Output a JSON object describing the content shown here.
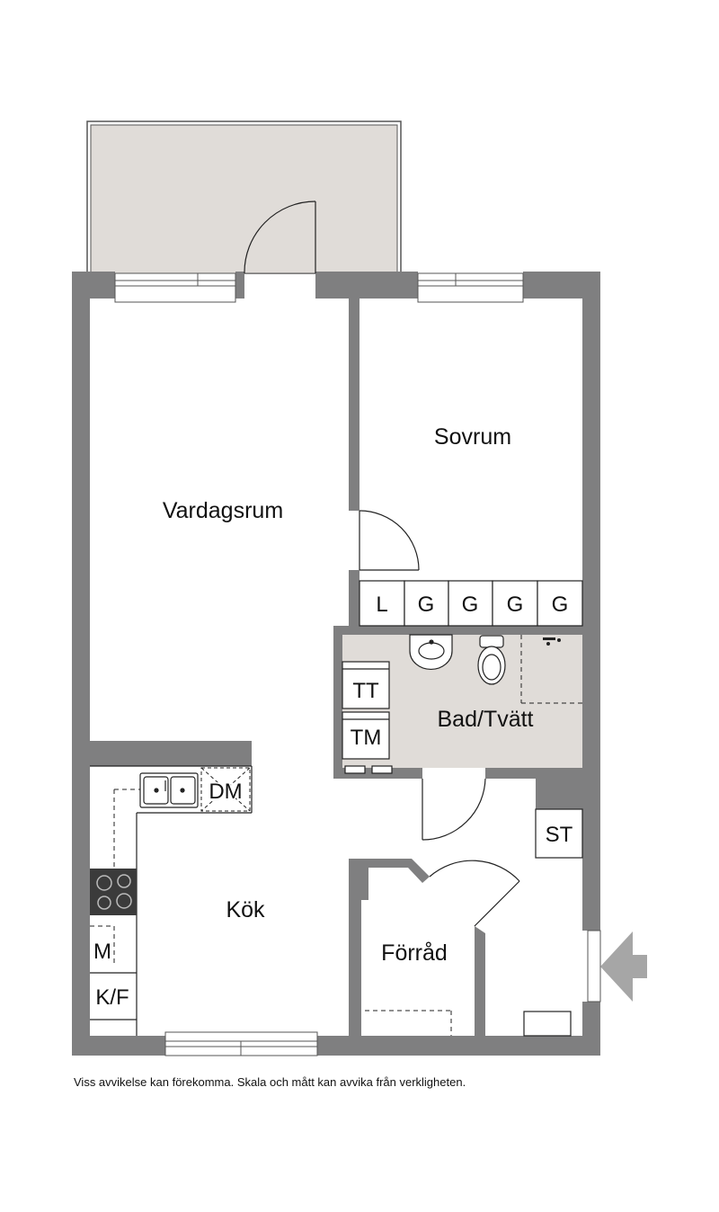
{
  "rooms": {
    "living": "Vardagsrum",
    "bedroom": "Sovrum",
    "bath": "Bad/Tvätt",
    "kitchen": "Kök",
    "storage": "Förråd"
  },
  "fixtures": {
    "wardrobes": [
      "L",
      "G",
      "G",
      "G",
      "G"
    ],
    "dryer": "TT",
    "washer": "TM",
    "dishwasher": "DM",
    "microwave": "M",
    "fridge_freezer": "K/F",
    "closet": "ST"
  },
  "colors": {
    "wall": "#7f7f80",
    "balcony": "#e0dcd8",
    "bath_floor": "#e0dcd8",
    "entrance_arrow": "#a6a6a6"
  },
  "icons": [
    "entrance-arrow-icon",
    "sink-icon",
    "toilet-icon",
    "stove-icon",
    "door-swing-icon"
  ],
  "disclaimer": "Viss avvikelse kan förekomma. Skala och mått kan avvika från verkligheten."
}
